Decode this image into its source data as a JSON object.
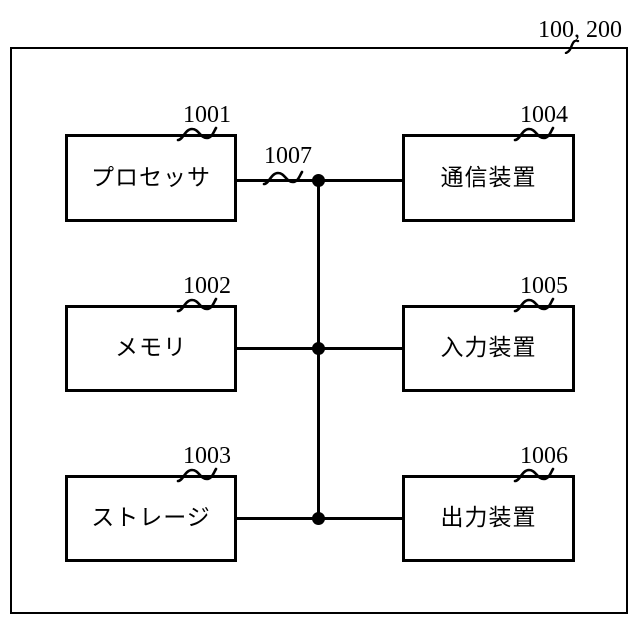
{
  "figure": {
    "type": "patent-block-diagram",
    "apparatus_ref": "100, 200",
    "background_color": "#ffffff",
    "line_color": "#000000",
    "blocks": [
      {
        "ref": "1001",
        "label": "プロセッサ",
        "column": "left",
        "row": 1
      },
      {
        "ref": "1002",
        "label": "メモリ",
        "column": "left",
        "row": 2
      },
      {
        "ref": "1003",
        "label": "ストレージ",
        "column": "left",
        "row": 3
      },
      {
        "ref": "1004",
        "label": "通信装置",
        "column": "right",
        "row": 1
      },
      {
        "ref": "1005",
        "label": "入力装置",
        "column": "right",
        "row": 2
      },
      {
        "ref": "1006",
        "label": "出力装置",
        "column": "right",
        "row": 3
      }
    ],
    "bus": {
      "ref": "1007",
      "junction_count": 3
    }
  }
}
